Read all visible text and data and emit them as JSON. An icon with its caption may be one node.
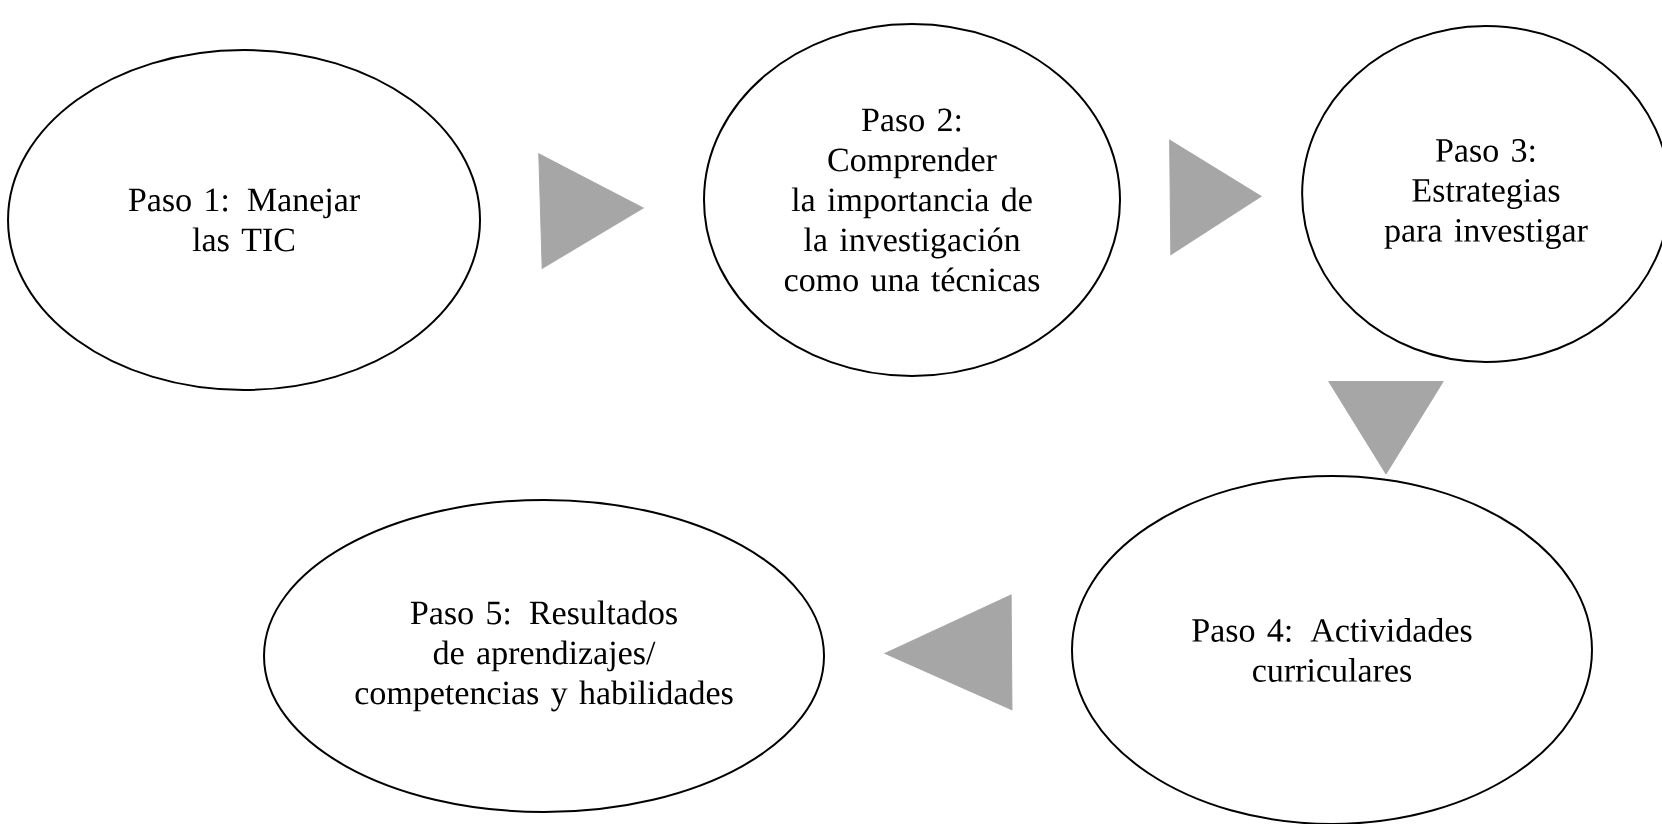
{
  "diagram": {
    "nodes": [
      {
        "text": [
          "Paso 1: Manejar las TIC"
        ]
      },
      {
        "text": [
          "Paso 2: Comprender la importancia de la investigación como una técnicas"
        ]
      },
      {
        "text": [
          "Paso 3: Estrategias para investigar"
        ]
      },
      {
        "text": [
          "Paso 4: Actividades curriculares"
        ]
      },
      {
        "text": [
          "Paso 5: Resultados de aprendizajes/ competencias y habilidades"
        ]
      }
    ],
    "edges": [
      {
        "from": 0,
        "to": 1,
        "arrow": "to"
      },
      {
        "from": 1,
        "to": 2,
        "arrow": "to"
      },
      {
        "from": 2,
        "to": 3,
        "arrow": "to"
      },
      {
        "from": 3,
        "to": 4,
        "arrow": "to"
      }
    ]
  }
}
